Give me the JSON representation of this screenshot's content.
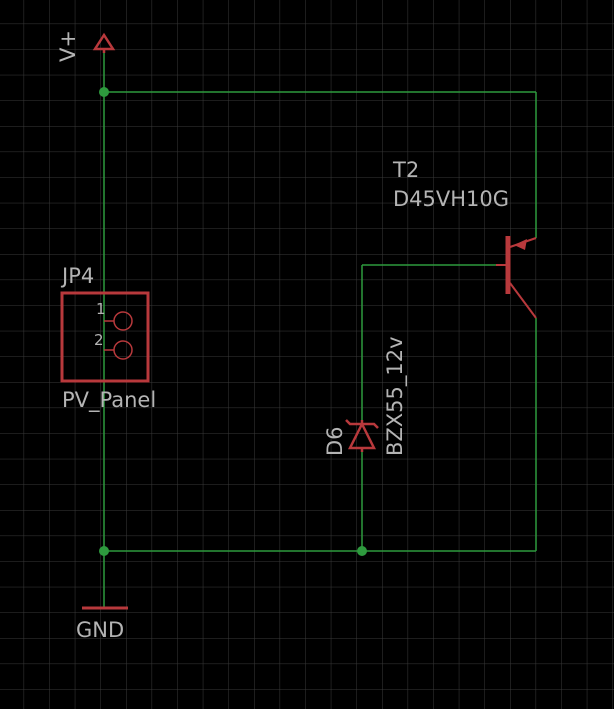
{
  "colors": {
    "background": "#000000",
    "grid": "#3a3a3a",
    "wire": "#2e9a3e",
    "symbol": "#b8393c",
    "text": "#b4b4b4"
  },
  "labels": {
    "supply": "V+",
    "ground": "GND",
    "connector_name": "JP4",
    "connector_value": "PV_Panel",
    "connector_pin1": "1",
    "connector_pin2": "2",
    "transistor_name": "T2",
    "transistor_value": "D45VH10G",
    "diode_name": "D6",
    "diode_value": "BZX55_12v"
  },
  "icons": {
    "supply": "supply-triangle-icon",
    "ground": "ground-bar-icon",
    "connector": "pin-header-icon",
    "transistor": "pnp-transistor-icon",
    "diode": "zener-diode-icon"
  }
}
